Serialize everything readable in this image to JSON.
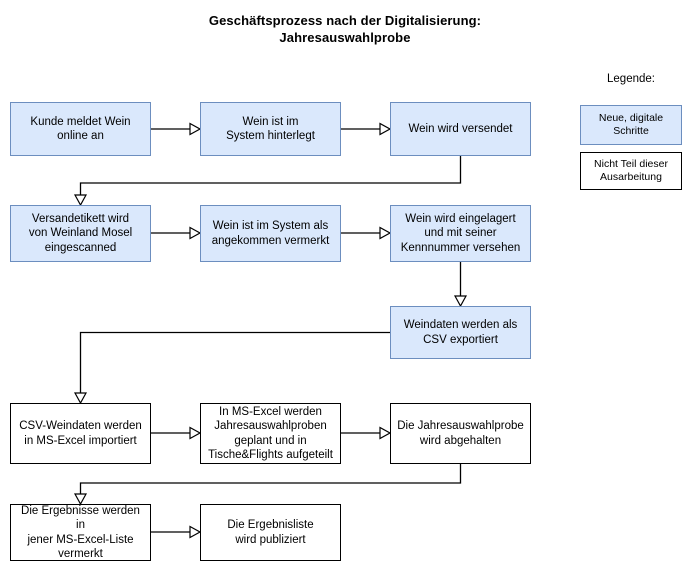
{
  "title": {
    "line1": "Geschäftsprozess nach der Digitalisierung:",
    "line2": "Jahresauswahlprobe",
    "full": "Geschäftsprozess nach der Digitalisierung:\nJahresauswahlprobe"
  },
  "colors": {
    "digital_fill": "#dae8fc",
    "digital_stroke": "#6c8ebf",
    "plain_fill": "#ffffff",
    "plain_stroke": "#000000",
    "edge": "#000000",
    "background": "#ffffff"
  },
  "legend": {
    "heading": "Legende:",
    "items": [
      {
        "label": "Neue, digitale Schritte",
        "style": "digital"
      },
      {
        "label": "Nicht Teil dieser\nAusarbeitung",
        "style": "plain"
      }
    ]
  },
  "nodes": [
    {
      "id": "n1",
      "label": "Kunde meldet Wein\nonline an",
      "style": "digital"
    },
    {
      "id": "n2",
      "label": "Wein ist im\nSystem hinterlegt",
      "style": "digital"
    },
    {
      "id": "n3",
      "label": "Wein wird versendet",
      "style": "digital"
    },
    {
      "id": "n4",
      "label": "Versandetikett wird\nvon Weinland Mosel\neingescanned",
      "style": "digital"
    },
    {
      "id": "n5",
      "label": "Wein ist im System als\nangekommen vermerkt",
      "style": "digital"
    },
    {
      "id": "n6",
      "label": "Wein wird eingelagert\nund mit seiner\nKennnummer versehen",
      "style": "digital"
    },
    {
      "id": "n7",
      "label": "Weindaten werden als\nCSV exportiert",
      "style": "digital"
    },
    {
      "id": "n8",
      "label": "CSV-Weindaten werden\nin MS-Excel importiert",
      "style": "plain"
    },
    {
      "id": "n9",
      "label": "In MS-Excel werden\nJahresauswahlproben\ngeplant und in\nTische&Flights aufgeteilt",
      "style": "plain"
    },
    {
      "id": "n10",
      "label": "Die Jahresauswahlprobe\nwird abgehalten",
      "style": "plain"
    },
    {
      "id": "n11",
      "label": "Die Ergebnisse werden in\njener MS-Excel-Liste\nvermerkt",
      "style": "plain"
    },
    {
      "id": "n12",
      "label": "Die Ergebnisliste\nwird publiziert",
      "style": "plain"
    }
  ],
  "edges": [
    {
      "from": "n1",
      "to": "n2",
      "kind": "horizontal"
    },
    {
      "from": "n2",
      "to": "n3",
      "kind": "horizontal"
    },
    {
      "from": "n3",
      "to": "n4",
      "kind": "down-left-down"
    },
    {
      "from": "n4",
      "to": "n5",
      "kind": "horizontal"
    },
    {
      "from": "n5",
      "to": "n6",
      "kind": "horizontal"
    },
    {
      "from": "n6",
      "to": "n7",
      "kind": "vertical"
    },
    {
      "from": "n7",
      "to": "n8",
      "kind": "left-down"
    },
    {
      "from": "n8",
      "to": "n9",
      "kind": "horizontal"
    },
    {
      "from": "n9",
      "to": "n10",
      "kind": "horizontal"
    },
    {
      "from": "n10",
      "to": "n11",
      "kind": "down-left-down"
    },
    {
      "from": "n11",
      "to": "n12",
      "kind": "horizontal"
    }
  ]
}
